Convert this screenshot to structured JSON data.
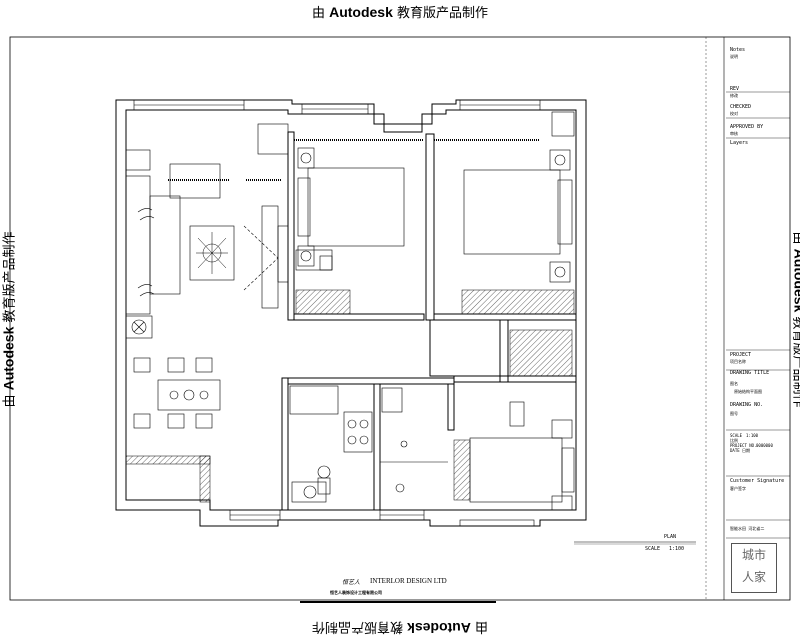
{
  "watermark": "由 Autodesk 教育版产品制作",
  "watermark_parts": {
    "prefix": "由 ",
    "brand": "Autodesk",
    "suffix": " 教育版产品制作"
  },
  "title_block": {
    "notes": "Notes",
    "notes_value": "说明",
    "rev": "REV",
    "rev_value": "修改",
    "checked": "CHECKED",
    "checked_value": "校对",
    "approved": "APPROVED BY",
    "approved_value": "审核",
    "layers": "Layers",
    "project": "PROJECT",
    "project_value": "项目名称",
    "drawing_title": "DRAWING TITLE",
    "drawing_title_value": "图名",
    "drawing_title_sub": "原始结构平面图",
    "drawing_no": "DRAWING NO.",
    "drawing_no_value": "图号",
    "scale": "SCALE",
    "scale_value": "1:100",
    "scale_cn": "比例",
    "project_no": "PROJECT NO.",
    "project_no_value": "0000000",
    "date": "DATE",
    "date_value": "日期",
    "customer_signature": "Customer Signature",
    "customer_value": "客户签字",
    "footer": "智能水田   河北省二"
  },
  "plan": {
    "label": "PLAN",
    "scale_label": "SCALE",
    "scale_value": "1:100"
  },
  "company": {
    "logo_text": "恒艺人",
    "name": "INTERLOR DESIGN LTD",
    "name_cn": "恒艺人装饰设计工程有限公司"
  },
  "stamp": {
    "line1": "城市",
    "line2": "人家"
  }
}
